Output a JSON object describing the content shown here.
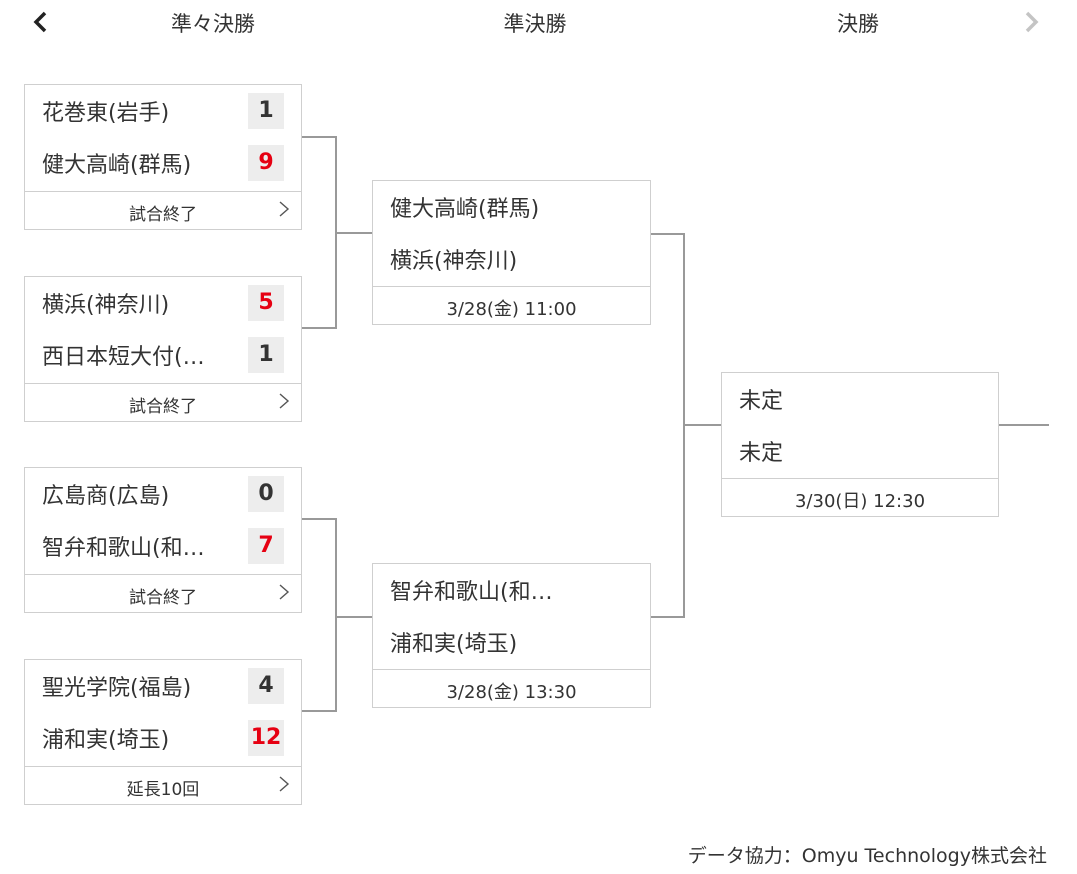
{
  "nav": {
    "prev_icon": "chevron-left-icon",
    "next_icon": "chevron-right-icon",
    "rounds": [
      "準々決勝",
      "準決勝",
      "決勝"
    ]
  },
  "quarterfinals": [
    {
      "team1": "花巻東(岩手)",
      "score1": "1",
      "team2": "健大高崎(群馬)",
      "score2": "9",
      "winner": 2,
      "status": "試合終了"
    },
    {
      "team1": "横浜(神奈川)",
      "score1": "5",
      "team2": "西日本短大付(…",
      "score2": "1",
      "winner": 1,
      "status": "試合終了"
    },
    {
      "team1": "広島商(広島)",
      "score1": "0",
      "team2": "智弁和歌山(和…",
      "score2": "7",
      "winner": 2,
      "status": "試合終了"
    },
    {
      "team1": "聖光学院(福島)",
      "score1": "4",
      "team2": "浦和実(埼玉)",
      "score2": "12",
      "winner": 2,
      "status": "延長10回"
    }
  ],
  "semifinals": [
    {
      "team1": "健大高崎(群馬)",
      "team2": "横浜(神奈川)",
      "schedule": "3/28(金) 11:00"
    },
    {
      "team1": "智弁和歌山(和…",
      "team2": "浦和実(埼玉)",
      "schedule": "3/28(金) 13:30"
    }
  ],
  "final": {
    "team1": "未定",
    "team2": "未定",
    "schedule": "3/30(日) 12:30"
  },
  "colors": {
    "win_score": "#e60012",
    "line": "#999999",
    "border": "#cfcfcf",
    "score_bg": "#ededed"
  },
  "credit": "データ協力：Omyu Technology株式会社"
}
